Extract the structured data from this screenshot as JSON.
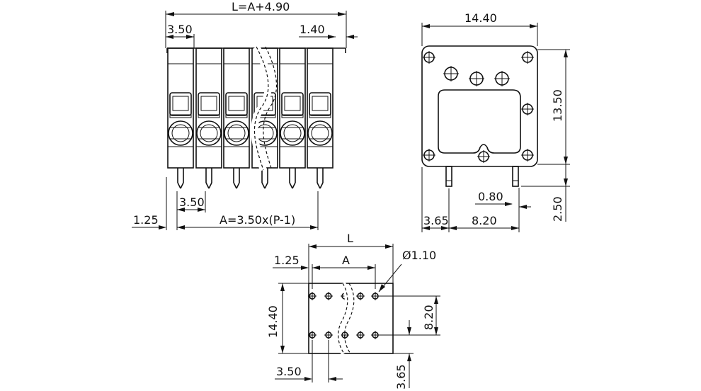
{
  "front_view": {
    "dim_overall_length": "L=A+4.90",
    "dim_top_left_pitch": "3.50",
    "dim_top_right_offset": "1.40",
    "dim_pin_pitch": "3.50",
    "dim_left_offset": "1.25",
    "dim_span": "A=3.50x(P-1)"
  },
  "side_view": {
    "dim_width": "14.40",
    "dim_height": "13.50",
    "dim_pin_diameter": "0.80",
    "dim_pin_length": "2.50",
    "dim_left_pin_offset": "3.65",
    "dim_pin_spacing": "8.20"
  },
  "pcb_layout": {
    "dim_length": "L",
    "dim_offset": "1.25",
    "dim_span": "A",
    "dim_hole_diameter": "Ø1.10",
    "dim_depth": "14.40",
    "dim_row_spacing": "8.20",
    "dim_pitch": "3.50",
    "dim_edge_offset": "3.65"
  }
}
